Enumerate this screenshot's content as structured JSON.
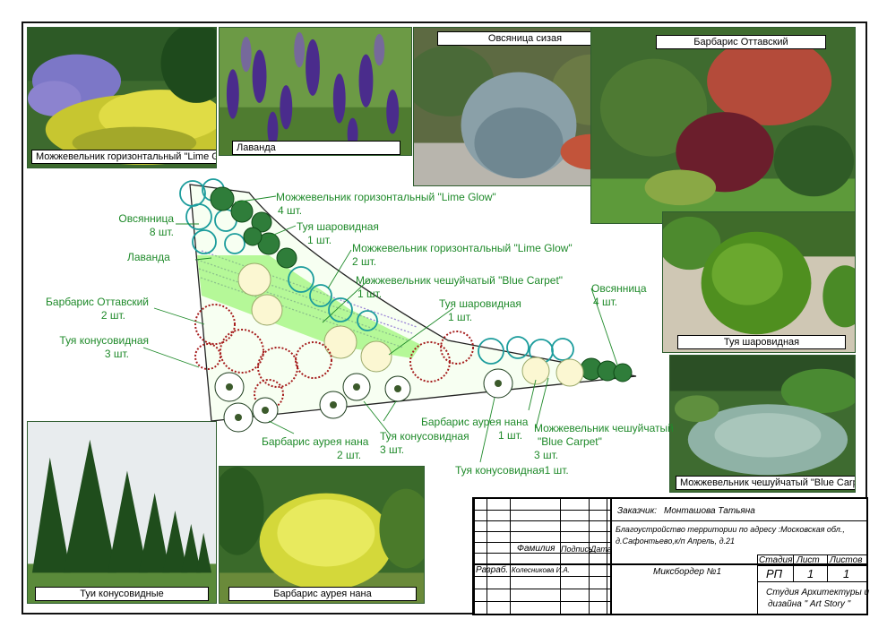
{
  "photos": {
    "lime_glow": "Можжевельник горизонтальный \"Lime Glow\"",
    "lavender": "Лаванда",
    "fescue": "Овсяница сизая",
    "barberry_ottawa": "Барбарис Оттавский",
    "thuja_globe": "Туя шаровидная",
    "blue_carpet": "Можжевельник чешуйчатый \"Blue Carpet\"",
    "thuja_cone": "Туи конусовидные",
    "barberry_aurea": "Барбарис аурея нана"
  },
  "labels": {
    "lime_glow_4": [
      "Можжевельник горизонтальный \"Lime Glow\"",
      "4 шт."
    ],
    "thuja_globe_1a": [
      "Туя шаровидная",
      "1 шт."
    ],
    "fescue_8": [
      "Овсянница",
      "8 шт."
    ],
    "lavender": [
      "Лаванда"
    ],
    "lime_glow_2": [
      "Можжевельник горизонтальный \"Lime Glow\"",
      "2 шт."
    ],
    "blue_carpet_1": [
      "Можжевельник чешуйчатый \"Blue Carpet\"",
      "1 шт."
    ],
    "barberry_ottawa_2": [
      "Барбарис Оттавский",
      "2 шт."
    ],
    "thuja_globe_1b": [
      "Туя шаровидная",
      "1 шт."
    ],
    "fescue_4": [
      "Овсянница",
      "4 шт."
    ],
    "thuja_cone_3": [
      "Туя конусовидная",
      "3 шт."
    ],
    "barberry_aurea_1": [
      "Барбарис аурея нана",
      "1 шт."
    ],
    "blue_carpet_3": [
      "Можжевельник чешуйчатый",
      "\"Blue Carpet\"",
      "3 шт."
    ],
    "barberry_aurea_2": [
      "Барбарис аурея нана",
      "2 шт."
    ],
    "thuja_cone_3b": [
      "Туя конусовидная",
      "3 шт."
    ],
    "thuja_cone_1": [
      "Туя конусовидная1 шт."
    ]
  },
  "title_block": {
    "customer_label": "Заказчик:",
    "customer": "Монташова Татьяна",
    "project_line1": "Благоустройство территории  по адресу :Московская обл.,",
    "project_line2": "д.Сафонтьево,к/п Апрель, д.21",
    "col_surname": "Фамилия",
    "col_sign": "Подпись",
    "col_date": "Дата",
    "role": "Разраб.",
    "developer": "Колесникова И.А.",
    "drawing_title": "Миксбордер №1",
    "stage_label": "Стадия",
    "sheet_label": "Лист",
    "sheets_label": "Листов",
    "stage": "РП",
    "sheet": "1",
    "sheets": "1",
    "studio_line1": "Студия Архитектуры и",
    "studio_line2": "дизайна \" Art Story \""
  }
}
